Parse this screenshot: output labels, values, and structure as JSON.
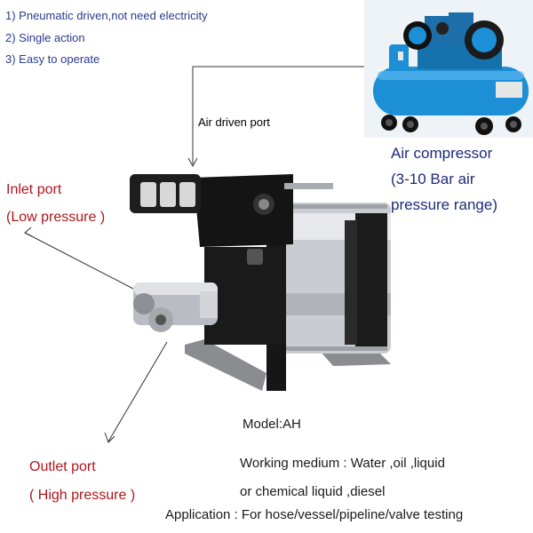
{
  "features": [
    "1) Pneumatic driven,not need electricity",
    "2) Single action",
    "3) Easy to operate"
  ],
  "labels": {
    "air_port": "Air driven port",
    "compressor": [
      "Air compressor",
      "(3-10 Bar air",
      "pressure range)"
    ],
    "inlet": [
      "Inlet port",
      "(Low pressure )"
    ],
    "outlet": [
      "Outlet port",
      "( High pressure )"
    ],
    "model": "Model:AH",
    "medium": [
      "Working medium : Water ,oil ,liquid",
      "or chemical liquid ,diesel"
    ],
    "application": "Application : For hose/vessel/pipeline/valve testing"
  },
  "colors": {
    "feature_text": "#2a3b8f",
    "label_red": "#b0161b",
    "label_navy": "#1f2a78",
    "compressor_blue": "#1c8fd6",
    "cylinder_silver": "#c9ccd1",
    "block_black": "#161616"
  },
  "icons": [
    "air-compressor-illustration",
    "pump-illustration"
  ]
}
